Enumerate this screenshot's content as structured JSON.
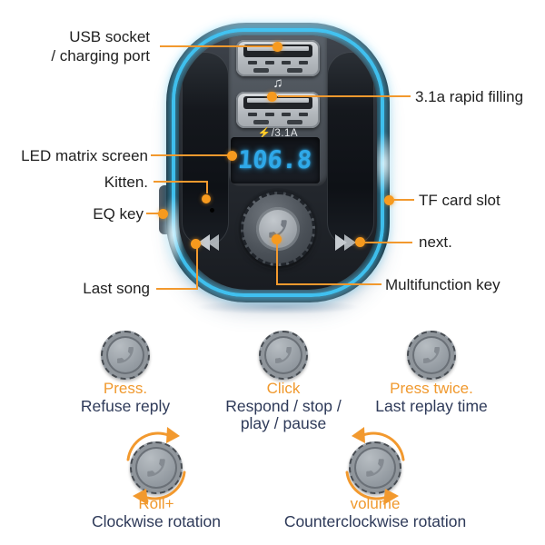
{
  "device": {
    "display_value": "106.8",
    "charge_label": "⚡/3.1A",
    "music_note": "♫"
  },
  "colors": {
    "accent_orange": "#F2992E",
    "glow_blue": "#40C7F8",
    "display_blue": "#2FA9E9",
    "description_navy": "#2E3A59"
  },
  "callouts": {
    "usb_socket": {
      "line1": "USB socket",
      "line2": "/ charging port"
    },
    "rapid_filling": "3.1a rapid filling",
    "led_matrix": "LED matrix screen",
    "kitten": "Kitten.",
    "eq_key": "EQ key",
    "tf_card": "TF card slot",
    "next": "next.",
    "last_song": "Last song",
    "multifunction": "Multifunction key"
  },
  "gestures": {
    "press": {
      "action": "Press.",
      "desc": "Refuse reply"
    },
    "click": {
      "action": "Click",
      "desc1": "Respond / stop /",
      "desc2": "play / pause"
    },
    "press_twice": {
      "action": "Press twice.",
      "desc": "Last replay time"
    },
    "roll": {
      "action": "Roll+",
      "desc": "Clockwise rotation"
    },
    "volume": {
      "action": "volume",
      "desc": "Counterclockwise rotation"
    }
  }
}
